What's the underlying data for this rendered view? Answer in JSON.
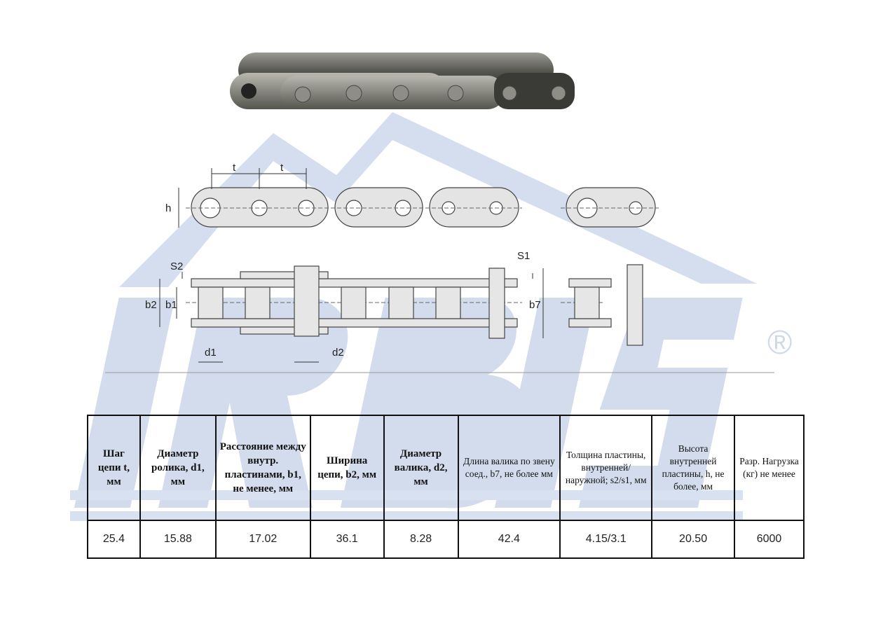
{
  "watermark": {
    "text": "IRBIS",
    "registered": "®",
    "color": "#c9d6ea"
  },
  "drawing": {
    "labels": {
      "t1": "t",
      "t2": "t",
      "h": "h",
      "s2": "S2",
      "b2": "b2",
      "b1": "b1",
      "d1": "d1",
      "d2": "d2",
      "s1": "S1",
      "b7": "b7"
    }
  },
  "table": {
    "headers": [
      "Шаг цепи t, мм",
      "Диаметр ролика, d1, мм",
      "Расстояние между внутр. пластинами, b1, не менее, мм",
      "Ширина цепи, b2, мм",
      "Диаметр валика, d2, мм",
      "Длина валика по звену соед., b7, не более мм",
      "Толщина пластины, внутренней/наружной; s2/s1, мм",
      "Высота внутренней пластины, h, не более, мм",
      "Разр. Нагрузка (кг) не менее"
    ],
    "row": [
      "25.4",
      "15.88",
      "17.02",
      "36.1",
      "8.28",
      "42.4",
      "4.15/3.1",
      "20.50",
      "6000"
    ]
  }
}
